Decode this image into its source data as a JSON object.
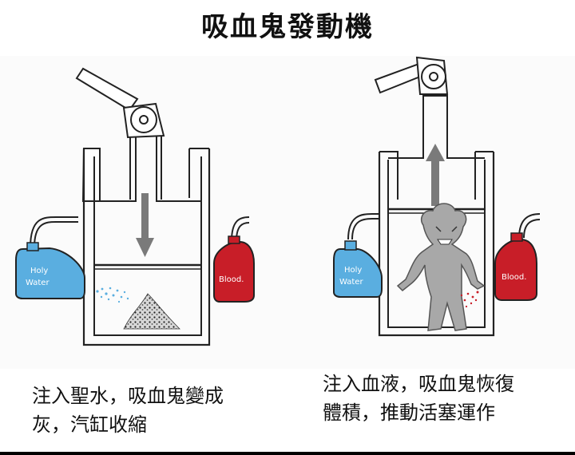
{
  "title": "吸血鬼發動機",
  "left_panel": {
    "left_bottle_label_line1": "Holy",
    "left_bottle_label_line2": "Water",
    "right_bottle_label": "Blood.",
    "caption_line1": "注入聖水，吸血鬼變成",
    "caption_line2": "灰，汽缸收縮"
  },
  "right_panel": {
    "left_bottle_label_line1": "Holy",
    "left_bottle_label_line2": "Water",
    "right_bottle_label": "Blood.",
    "caption_line1": "注入血液，吸血鬼恢復",
    "caption_line2": "體積，推動活塞運作"
  },
  "colors": {
    "holy_water": "#5aaee0",
    "blood": "#c81e28",
    "arrow": "#7a7a7a",
    "vampire": "#a8a8a8"
  }
}
